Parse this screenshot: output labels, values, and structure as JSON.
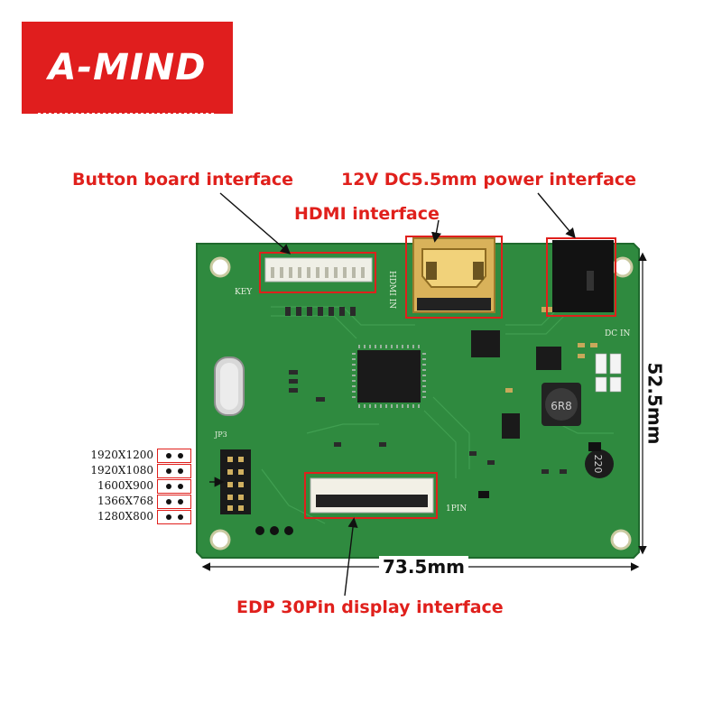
{
  "logo": {
    "text": "A-MIND",
    "color": "#e01e1e"
  },
  "callouts": {
    "button_board": "Button board interface",
    "power": "12V DC5.5mm power interface",
    "hdmi": "HDMI interface",
    "edp": "EDP 30Pin display interface"
  },
  "dimensions": {
    "height": "52.5mm",
    "width": "73.5mm"
  },
  "resolutions": [
    "1920X1200",
    "1920X1080",
    "1600X900",
    "1366X768",
    "1280X800"
  ],
  "board_silkscreen": {
    "key": "KEY",
    "hdmi_in": "HDMI IN",
    "dc_in": "DC IN",
    "jp": "JP3",
    "pin1": "1PIN",
    "inductor": "6R8",
    "inductor2": "220"
  },
  "colors": {
    "pcb": "#2f8a3f",
    "callout_red": "#e0201c"
  }
}
